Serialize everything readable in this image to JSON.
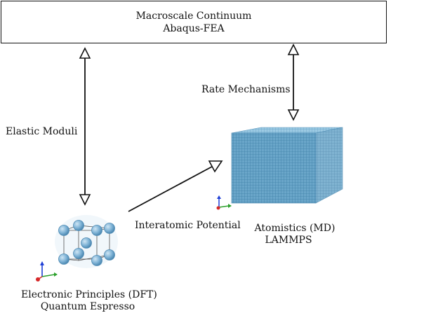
{
  "top_box": {
    "line1": "Macroscale Continuum",
    "line2": "Abaqus-FEA"
  },
  "labels": {
    "elastic": "Elastic Moduli",
    "rate": "Rate Mechanisms",
    "interatomic": "Interatomic Potential"
  },
  "atomistics": {
    "line1": "Atomistics (MD)",
    "line2": "LAMMPS"
  },
  "electronic": {
    "line1": "Electronic Principles (DFT)",
    "line2": "Quantum Espresso"
  },
  "colors": {
    "atom_fill": "#7fb3d6",
    "atom_stroke": "#4e8ab3",
    "cube_front": "#5d9dc2",
    "cube_top": "#8fc0dc",
    "cube_side": "#4a88b0",
    "axis_x": "#2ca02c",
    "axis_y": "#1f3fd6",
    "axis_z": "#d62728"
  },
  "icons": [
    "double-arrow-icon",
    "arrow-icon",
    "axis-triad-icon"
  ]
}
